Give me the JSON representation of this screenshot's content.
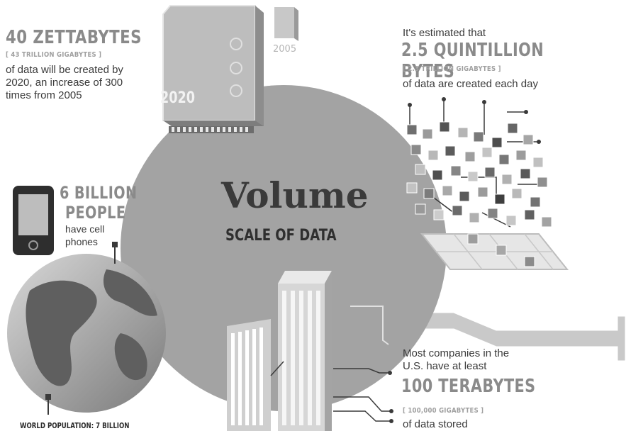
{
  "center": {
    "title": "Volume",
    "subtitle": "SCALE OF DATA"
  },
  "top_left": {
    "headline": "40 ZETTABYTES",
    "bracket": "[ 43 TRILLION GIGABYTES ]",
    "lines": [
      "of data will be created by",
      "2020, an increase of 300",
      "times from 2005"
    ]
  },
  "chips": {
    "large_label": "2020",
    "small_label": "2005"
  },
  "top_right": {
    "intro": "It's estimated that",
    "headline": "2.5 QUINTILLION BYTES",
    "bracket": "[ 2.3 TRILLION GIGABYTES ]",
    "line": "of data are created each day"
  },
  "left": {
    "headline_1": "6 BILLION",
    "headline_2": "PEOPLE",
    "lines": [
      "have cell",
      "phones"
    ],
    "footer": "WORLD POPULATION: 7 BILLION"
  },
  "bottom_right": {
    "lines": [
      "Most companies in the",
      "U.S. have at least"
    ],
    "headline": "100 TERABYTES",
    "bracket": "[ 100,000 GIGABYTES ]",
    "line": "of data stored"
  },
  "colors": {
    "circle": "#9e9e9e",
    "dark": "#3a3a3a",
    "headline_gray": "#8a8a8a"
  },
  "icons": [
    "memory-chip-icon",
    "small-chip-icon",
    "cell-phone-icon",
    "globe-icon",
    "data-cubes-icon",
    "office-building-icon",
    "pipe-connector-icon"
  ]
}
